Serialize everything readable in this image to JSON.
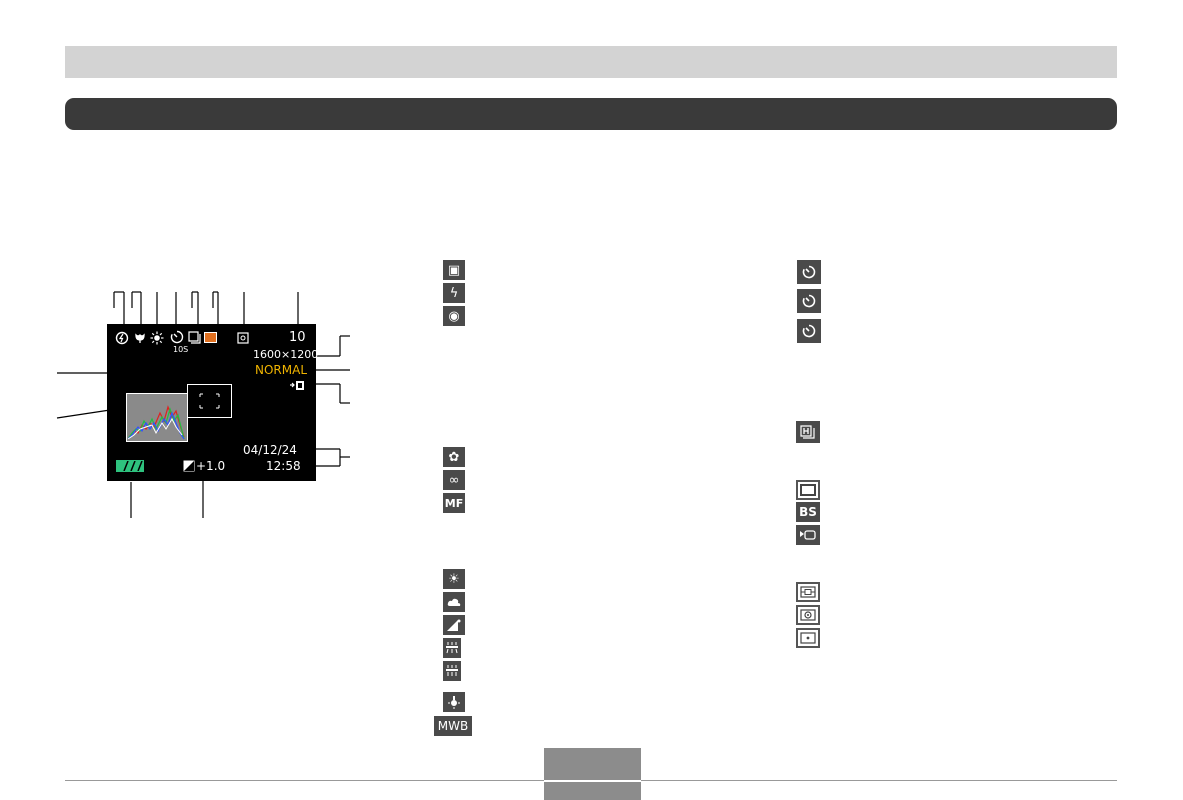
{
  "lcd": {
    "shot_count": "10",
    "self_timer_sub": "10S",
    "resolution": "1600×1200",
    "quality": "NORMAL",
    "date": "04/12/24",
    "time": "12:58",
    "ev": "+1.0"
  },
  "icons": {
    "mwb_label": "MWB",
    "bs_label": "BS",
    "mf_label": "MF",
    "infinity_glyph": "∞",
    "flash_glyph": "ϟ",
    "redeye_glyph": "◉",
    "sun_glyph": "☀",
    "lock_glyph": "▣",
    "self_timer_glyph": "◷",
    "macro_glyph": "✿",
    "ev_glyph": "◪"
  },
  "colors": {
    "top_band": "#d3d3d3",
    "title_bar": "#3a3a3a",
    "quality_text": "#f0b400",
    "battery": "#2ec27e",
    "recording_mode": "#e07020",
    "icon_dark": "#4a4a4a"
  }
}
